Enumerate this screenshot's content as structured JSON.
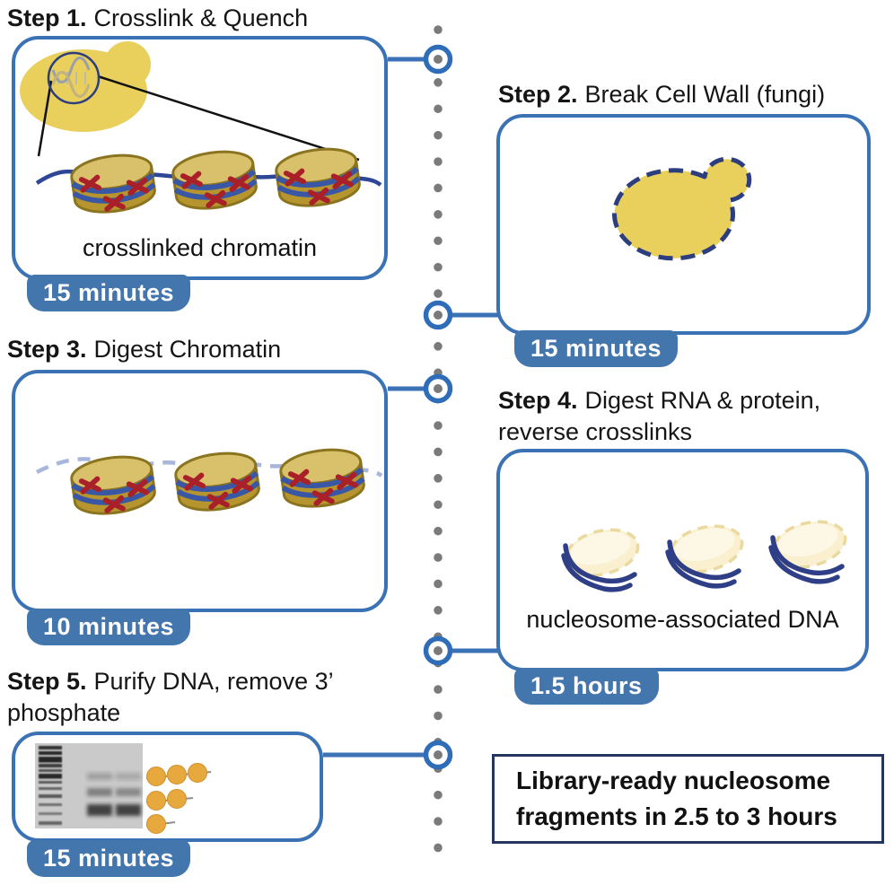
{
  "figure_type": "protocol-workflow-diagram",
  "steps": [
    {
      "label": "Step 1.",
      "title": "Crosslink & Quench",
      "duration": "15 minutes",
      "caption": "crosslinked chromatin"
    },
    {
      "label": "Step 2.",
      "title": "Break Cell Wall (fungi)",
      "duration": "15 minutes"
    },
    {
      "label": "Step 3.",
      "title": "Digest Chromatin",
      "duration": "10 minutes"
    },
    {
      "label": "Step 4.",
      "title": "Digest RNA & protein, reverse crosslinks",
      "duration": "1.5 hours",
      "caption": "nucleosome-associated DNA"
    },
    {
      "label": "Step 5.",
      "title": "Purify DNA, remove 3’ phosphate",
      "duration": "15 minutes"
    }
  ],
  "summary": {
    "line1": "Library-ready nucleosome",
    "line2": "fragments in 2.5 to 3 hours"
  },
  "icons": {
    "step1": [
      "yeast-cell-icon",
      "dna-helix-zoom-icon",
      "crosslinked-nucleosome-icon"
    ],
    "step2": [
      "yeast-cell-dashed-outline-icon"
    ],
    "step3": [
      "digested-chromatin-nucleosome-icon"
    ],
    "step4": [
      "pale-nucleosome-with-dna-icon"
    ],
    "step5": [
      "gel-electrophoresis-icon",
      "tri-di-mono-nucleosome-icon"
    ],
    "timeline": [
      "dotted-timeline-icon",
      "timeline-node-circle-icon"
    ]
  },
  "colors": {
    "box_border": "#3a72b5",
    "badge_background": "#4476ae",
    "badge_text": "#ffffff",
    "timeline_dot": "#7a7a7a",
    "timeline_ring": "#2f6db8",
    "yeast_cell_fill": "#e9cf5c",
    "cell_wall_outline": "#2c3e7e",
    "nucleosome_side": "#b6952f",
    "nucleosome_top": "#d9c16c",
    "dna_wrap_blue": "#3a57a5",
    "crosslink_red": "#aa2029",
    "digested_linker": "#a9b6dc",
    "pale_nucleosome": "#faf0cf",
    "orange_nucleosome": "#e7a83d",
    "summary_border": "#24365e"
  }
}
